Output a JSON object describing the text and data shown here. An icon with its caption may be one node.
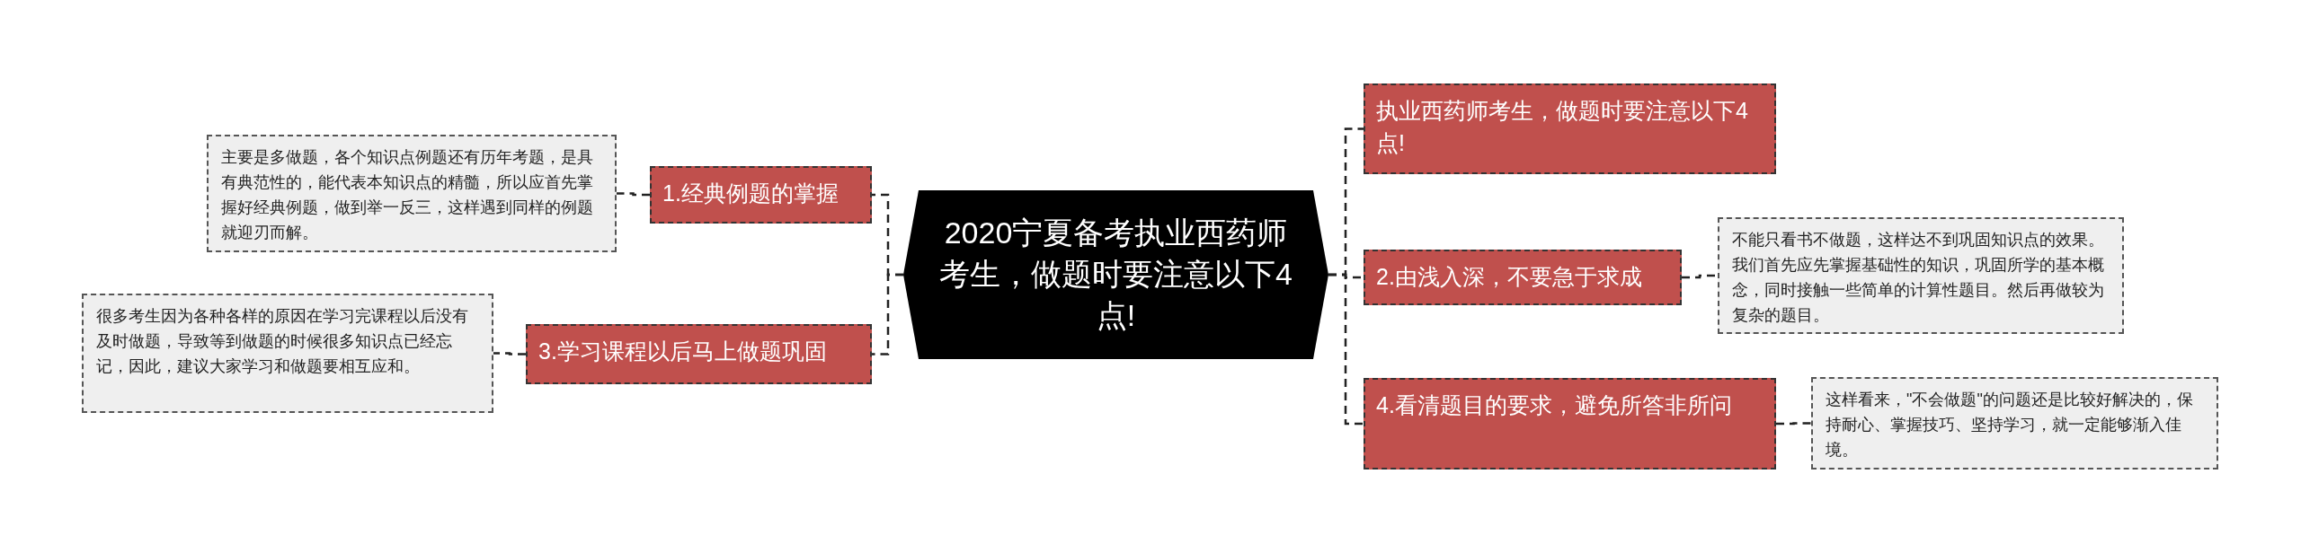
{
  "diagram": {
    "nodes": [
      {
        "text": [
          "2020宁夏备考执业西药师考生，做题时要注意以下4点!"
        ]
      },
      {
        "text": [
          "1.经典例题的掌握"
        ]
      },
      {
        "text": [
          "主要是多做题，各个知识点例题还有历年考题，是具有典范性的，能代表本知识点的精髓，所以应首先掌握好经典例题，做到举一反三，这样遇到同样的例题就迎刃而解。"
        ]
      },
      {
        "text": [
          "3.学习课程以后马上做题巩固"
        ]
      },
      {
        "text": [
          "很多考生因为各种各样的原因在学习完课程以后没有及时做题，导致等到做题的时候很多知识点已经忘记，因此，建议大家学习和做题要相互应和。"
        ]
      },
      {
        "text": [
          "执业西药师考生，做题时要注意以下4点!"
        ]
      },
      {
        "text": [
          "2.由浅入深，不要急于求成"
        ]
      },
      {
        "text": [
          "不能只看书不做题，这样达不到巩固知识点的效果。我们首先应先掌握基础性的知识，巩固所学的基本概念，同时接触一些简单的计算性题目。然后再做较为复杂的题目。"
        ]
      },
      {
        "text": [
          "4.看清题目的要求，避免所答非所问"
        ]
      },
      {
        "text": [
          "这样看来，\"不会做题\"的问题还是比较好解决的，保持耐心、掌握技巧、坚持学习，就一定能够渐入佳境。"
        ]
      }
    ],
    "edges": [
      {
        "from": 0,
        "to": 1,
        "arrow": "none"
      },
      {
        "from": 0,
        "to": 3,
        "arrow": "none"
      },
      {
        "from": 0,
        "to": 5,
        "arrow": "none"
      },
      {
        "from": 0,
        "to": 6,
        "arrow": "none"
      },
      {
        "from": 0,
        "to": 8,
        "arrow": "none"
      },
      {
        "from": 1,
        "to": 2,
        "arrow": "none"
      },
      {
        "from": 3,
        "to": 4,
        "arrow": "none"
      },
      {
        "from": 6,
        "to": 7,
        "arrow": "none"
      },
      {
        "from": 8,
        "to": 9,
        "arrow": "none"
      }
    ]
  }
}
